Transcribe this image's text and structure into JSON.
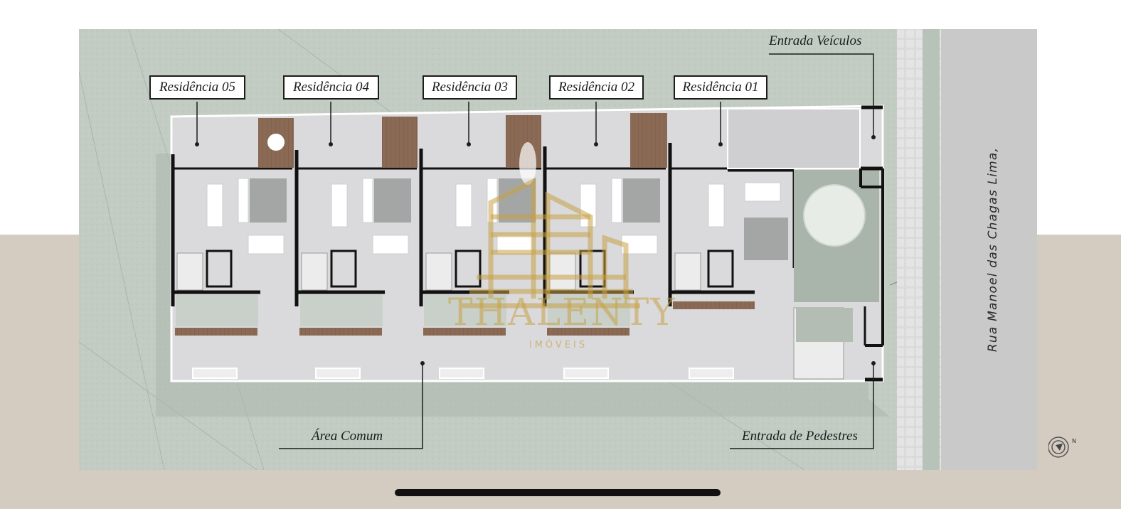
{
  "labels": {
    "residences": [
      "Residência 05",
      "Residência 04",
      "Residência 03",
      "Residência 02",
      "Residência 01"
    ],
    "vehicle_entrance": "Entrada Veículos",
    "common_area": "Área Comum",
    "pedestrian_entrance": "Entrada de Pedestres",
    "street": "Rua Manoel das Chagas Lima,"
  },
  "watermark": {
    "brand": "THALENTY",
    "subtitle": "IMÓVEIS"
  },
  "compass": {
    "north": "N"
  },
  "colors": {
    "site": "#c2ccc3",
    "floor": "#dadadc",
    "walls": "#111111",
    "deck": "#8b6a55",
    "road": "#c9c9c9",
    "background_band": "#d4cbc1",
    "watermark_gold": "#c6a046"
  }
}
